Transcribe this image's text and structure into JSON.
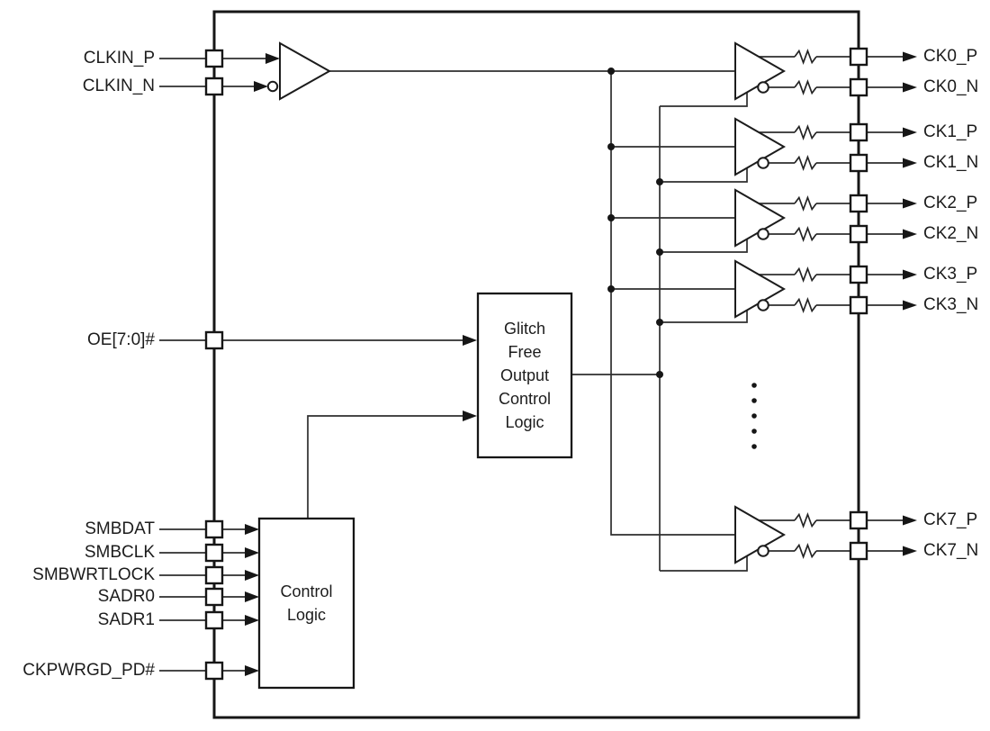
{
  "signals": {
    "clkin_p": "CLKIN_P",
    "clkin_n": "CLKIN_N",
    "oe": "OE[7:0]#",
    "smbdat": "SMBDAT",
    "smbclk": "SMBCLK",
    "smbwrtlock": "SMBWRTLOCK",
    "sadr0": "SADR0",
    "sadr1": "SADR1",
    "ckpwrgd_pd": "CKPWRGD_PD#",
    "outputs": [
      "CK0_P",
      "CK0_N",
      "CK1_P",
      "CK1_N",
      "CK2_P",
      "CK2_N",
      "CK3_P",
      "CK3_N",
      "CK7_P",
      "CK7_N"
    ]
  },
  "blocks": {
    "glitch_free_output_control_logic": "Glitch Free Output Control Logic",
    "control_logic": "Control Logic"
  },
  "colors": {
    "line": "#1c1c1c",
    "background": "#ffffff",
    "shape_fill": "#ffffff"
  }
}
